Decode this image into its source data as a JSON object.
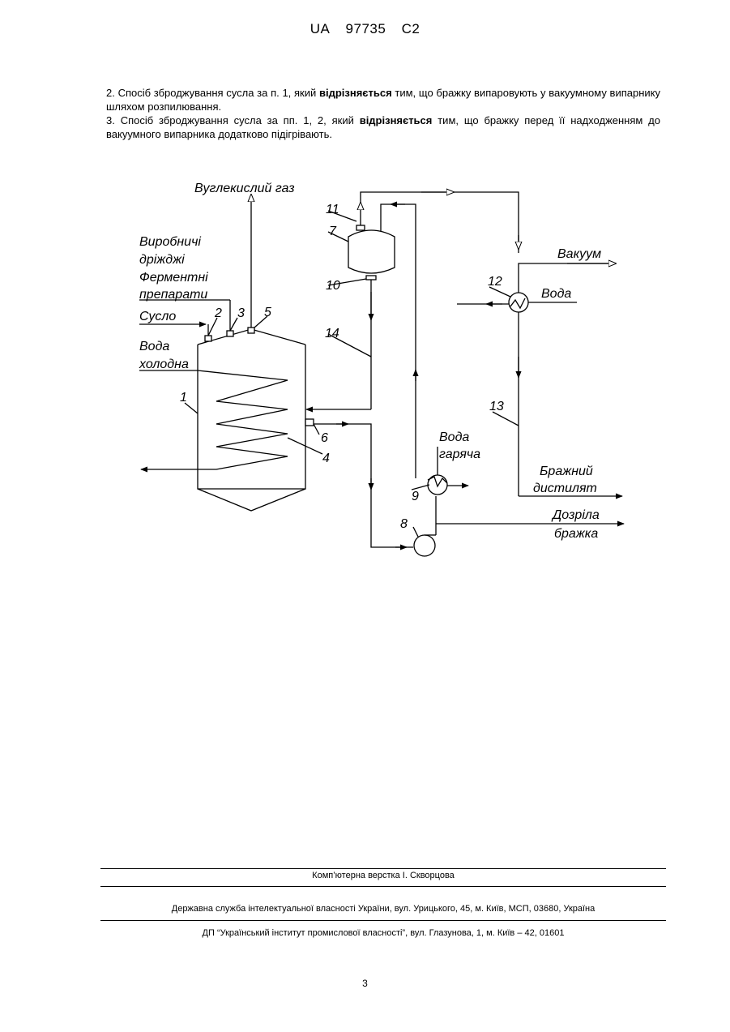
{
  "header": {
    "country": "UA",
    "number": "97735",
    "kind": "C2"
  },
  "claims": [
    {
      "before": "2. Спосіб зброджування сусла за п. 1, який ",
      "bold": "відрізняється",
      "after": " тим, що бражку випаровують у вакуумному випарнику шляхом розпилювання."
    },
    {
      "before": "3. Спосіб зброджування сусла за пп. 1, 2, який ",
      "bold": "відрізняється",
      "after": " тим, що бражку перед її надходженням до вакуумного випарника додатково підігрівають."
    }
  ],
  "figure": {
    "labels": {
      "co2": "Вуглекислий газ",
      "yeast_1": "Виробничі",
      "yeast_2": "дріжджі",
      "enzymes_1": "Ферментні",
      "enzymes_2": "препарати",
      "wort": "Сусло",
      "cold_water_1": "Вода",
      "cold_water_2": "холодна",
      "vacuum": "Вакуум",
      "water": "Вода",
      "hot_water_1": "Вода",
      "hot_water_2": "гаряча",
      "distillate_1": "Бражний",
      "distillate_2": "дистилят",
      "mash_1": "Дозріла",
      "mash_2": "бражка"
    },
    "numbers": {
      "n1": "1",
      "n2": "2",
      "n3": "3",
      "n4": "4",
      "n5": "5",
      "n6": "6",
      "n7": "7",
      "n8": "8",
      "n9": "9",
      "n10": "10",
      "n11": "11",
      "n12": "12",
      "n13": "13",
      "n14": "14"
    }
  },
  "footer": {
    "layout": "Комп’ютерна верстка І. Скворцова",
    "service": "Державна служба інтелектуальної власності України, вул. Урицького, 45, м. Київ, МСП, 03680, Україна",
    "institute": "ДП “Український інститут промислової власності”, вул. Глазунова, 1, м. Київ – 42, 01601"
  },
  "page_number": "3"
}
